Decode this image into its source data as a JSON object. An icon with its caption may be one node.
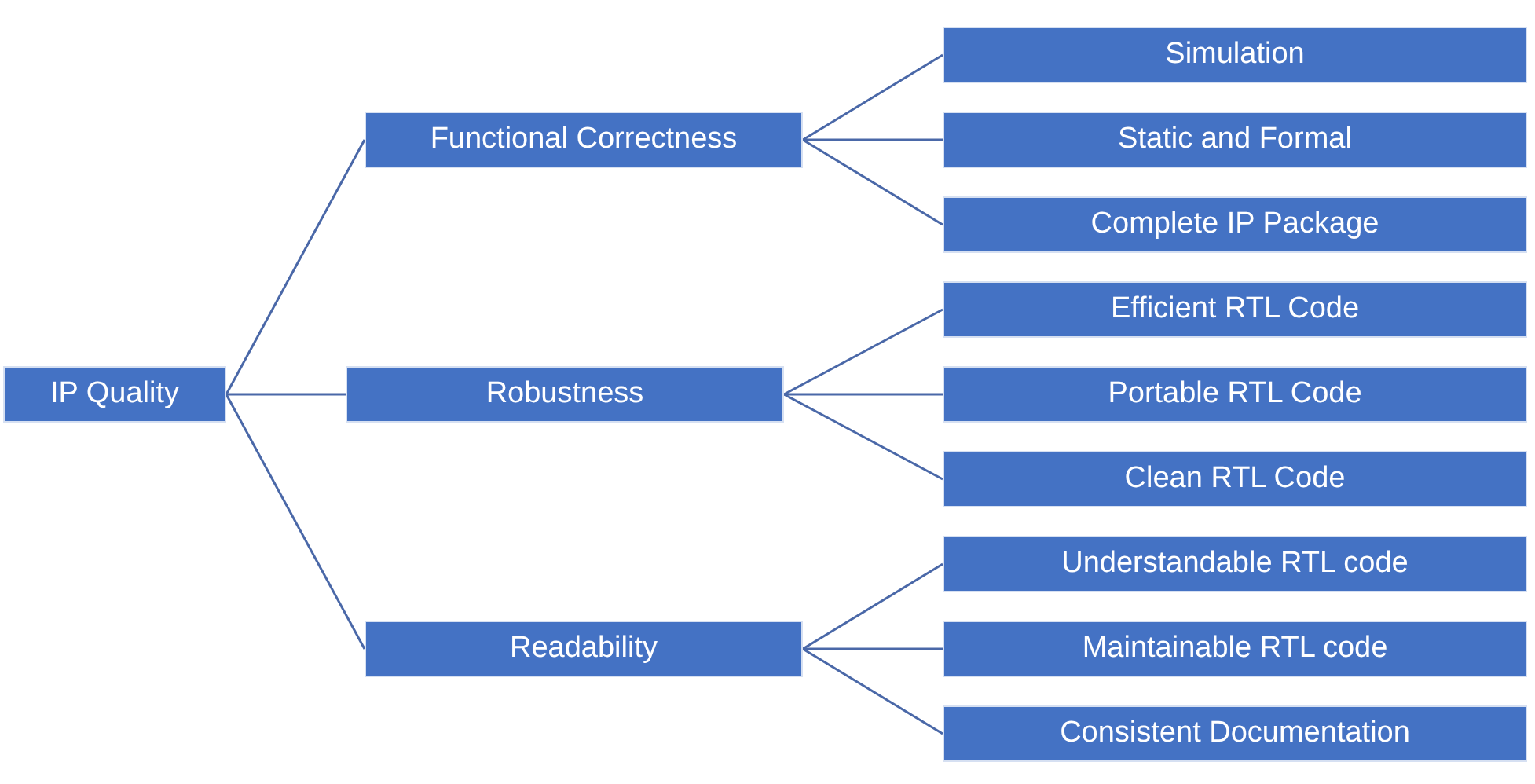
{
  "diagram": {
    "nodes": [
      {
        "text": [
          "IP Quality"
        ]
      },
      {
        "text": [
          "Functional Correctness"
        ]
      },
      {
        "text": [
          "Simulation"
        ]
      },
      {
        "text": [
          "Static and Formal"
        ]
      },
      {
        "text": [
          "Complete IP Package"
        ]
      },
      {
        "text": [
          "Robustness"
        ]
      },
      {
        "text": [
          "Efficient RTL Code"
        ]
      },
      {
        "text": [
          "Portable RTL Code"
        ]
      },
      {
        "text": [
          "Clean RTL Code"
        ]
      },
      {
        "text": [
          "Readability"
        ]
      },
      {
        "text": [
          "Understandable RTL code"
        ]
      },
      {
        "text": [
          "Maintainable RTL code"
        ]
      },
      {
        "text": [
          "Consistent Documentation"
        ]
      }
    ],
    "edges": [
      {
        "from": 0,
        "to": 1,
        "arrow": "none"
      },
      {
        "from": 0,
        "to": 5,
        "arrow": "none"
      },
      {
        "from": 0,
        "to": 9,
        "arrow": "none"
      },
      {
        "from": 1,
        "to": 2,
        "arrow": "none"
      },
      {
        "from": 1,
        "to": 3,
        "arrow": "none"
      },
      {
        "from": 1,
        "to": 4,
        "arrow": "none"
      },
      {
        "from": 5,
        "to": 6,
        "arrow": "none"
      },
      {
        "from": 5,
        "to": 7,
        "arrow": "none"
      },
      {
        "from": 5,
        "to": 8,
        "arrow": "none"
      },
      {
        "from": 9,
        "to": 10,
        "arrow": "none"
      },
      {
        "from": 9,
        "to": 11,
        "arrow": "none"
      },
      {
        "from": 9,
        "to": 12,
        "arrow": "none"
      }
    ]
  }
}
